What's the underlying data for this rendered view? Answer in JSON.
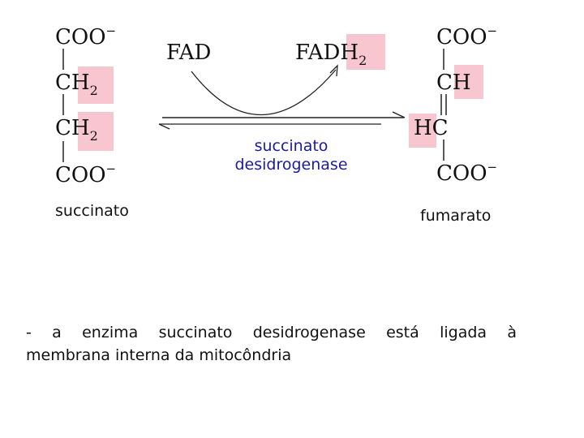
{
  "colors": {
    "highlight": "#f7c6cf",
    "enzyme_text": "#1a1aa0",
    "text": "#111111"
  },
  "succinate": {
    "formula": [
      "COO",
      "CH",
      "CH",
      "COO"
    ],
    "charge": "−",
    "subscript": "2",
    "label": "succinato"
  },
  "fumarate": {
    "formula": [
      "COO",
      "CH",
      "HC",
      "COO"
    ],
    "charge": "−",
    "label": "fumarato"
  },
  "cofactors": {
    "fad": "FAD",
    "fadh_base": "FAD",
    "fadh_h": "H",
    "fadh_sub": "2"
  },
  "enzyme": {
    "line1": "succinato",
    "line2": "desidrogenase"
  },
  "caption": {
    "line1": "- a enzima succinato desidrogenase está ligada à",
    "line2": "membrana interna da mitocôndria"
  }
}
